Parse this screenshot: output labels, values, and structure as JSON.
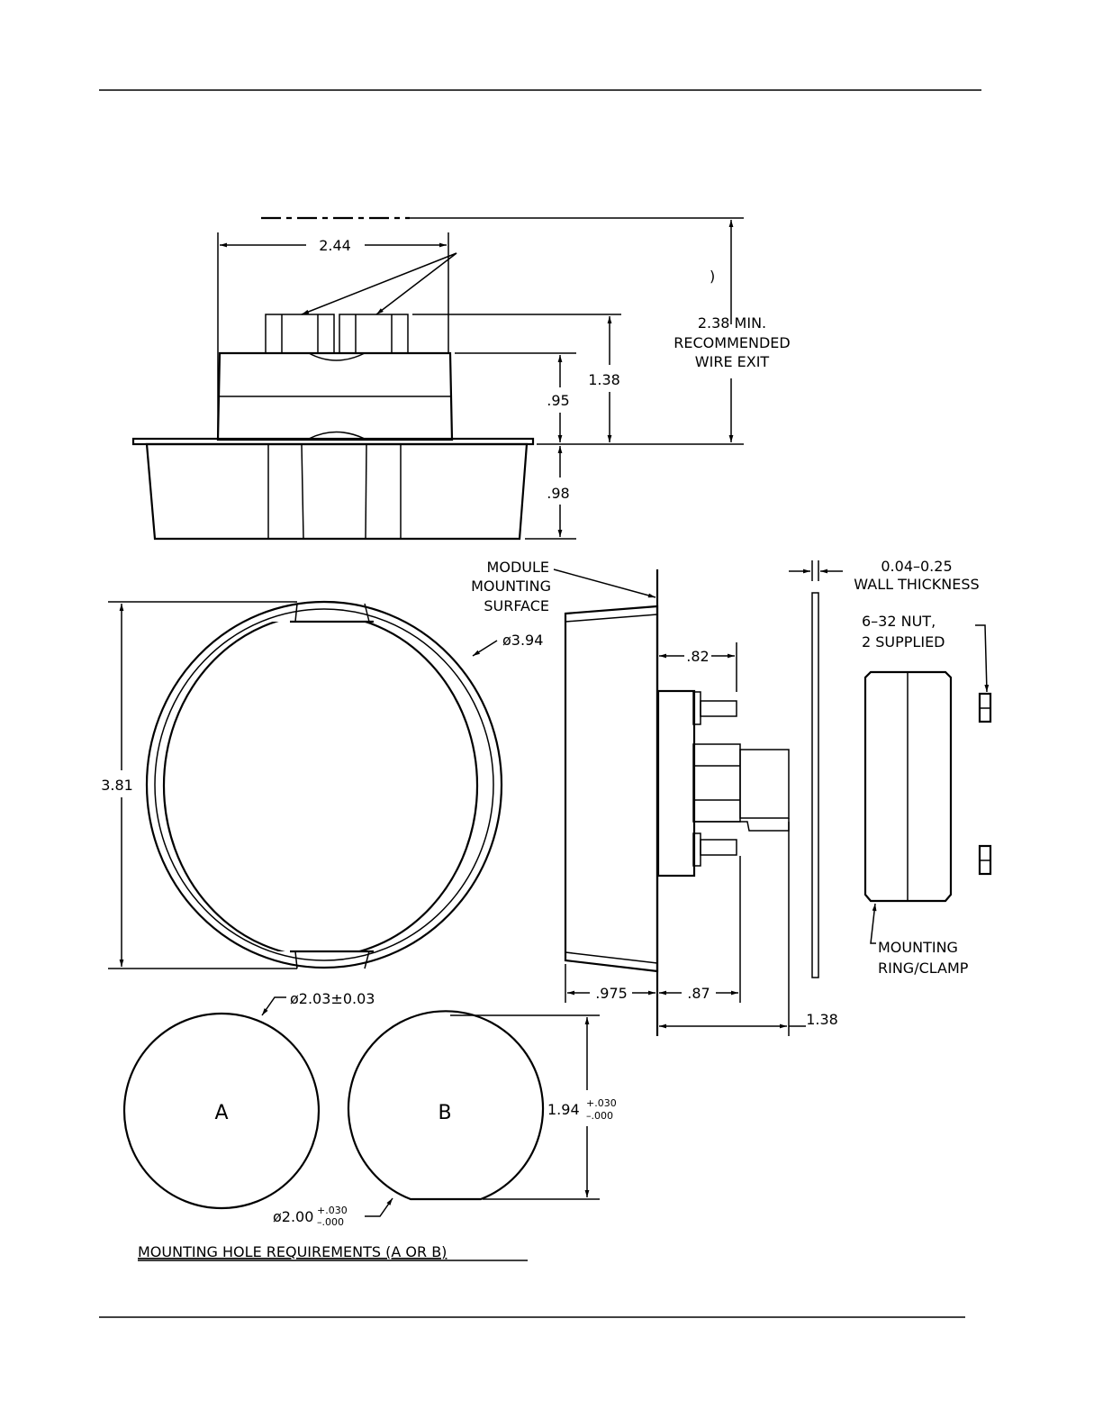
{
  "top_view": {
    "width_dim": "2.44",
    "height_dim_1": ".95",
    "height_dim_2": "1.38",
    "depth_dim": ".98",
    "wire_exit": [
      "2.38  MIN.",
      "RECOMMENDED",
      "WIRE  EXIT"
    ],
    "mark": ")"
  },
  "front_view": {
    "height_dim": "3.81",
    "diameter_dim": "ø3.94"
  },
  "side_view": {
    "surface_label": [
      "MODULE",
      "MOUNTING",
      "SURFACE"
    ],
    "dim_82": ".82",
    "dim_975": ".975",
    "dim_87": ".87",
    "dim_138": "1.38",
    "wall_thickness": [
      "0.04–0.25",
      "WALL  THICKNESS"
    ],
    "nut_label": [
      "6–32  NUT,",
      "2  SUPPLIED"
    ],
    "clamp_label": [
      "MOUNTING",
      "RING/CLAMP"
    ]
  },
  "holes": {
    "hole_a_label": "A",
    "hole_b_label": "B",
    "dia_a": "ø2.03±0.03",
    "flat_dim": "1.94",
    "flat_tol_plus": "+.030",
    "flat_tol_minus": "–.000",
    "dia_b": "ø2.00",
    "dia_b_tol_plus": "+.030",
    "dia_b_tol_minus": "–.000",
    "caption": "MOUNTING  HOLE  REQUIREMENTS  (A  OR  B)"
  }
}
